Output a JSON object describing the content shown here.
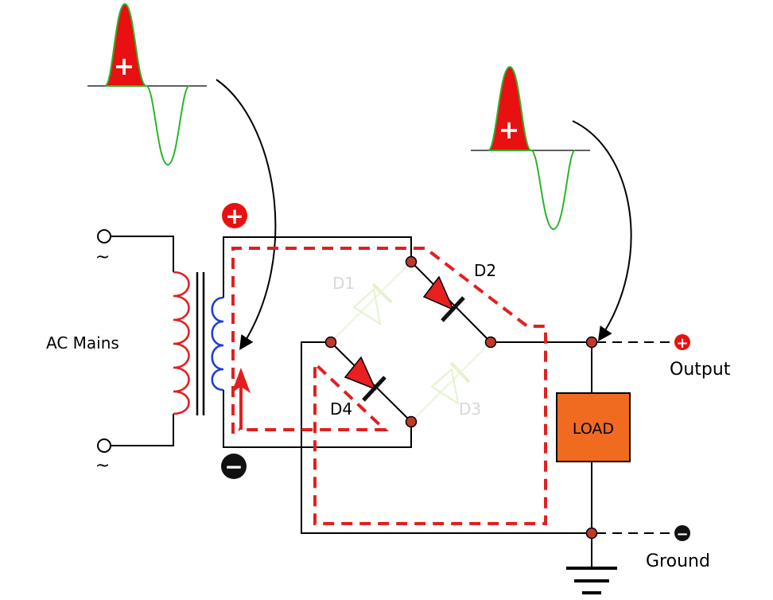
{
  "labels": {
    "ac_mains": "AC Mains",
    "d1": "D1",
    "d2": "D2",
    "d3": "D3",
    "d4": "D4",
    "load": "LOAD",
    "output": "Output",
    "ground": "Ground",
    "positive_symbol": "+",
    "negative_symbol": "−",
    "ac_symbol": "~"
  },
  "colors": {
    "wire": "#000000",
    "primary_coil": "#e02020",
    "secondary_coil": "#1f3fd0",
    "current_path": "#e02020",
    "diode_active": "#e82020",
    "diode_inactive": "#e8f5d8",
    "load_fill": "#f06a20",
    "wave_line": "#29b52a",
    "wave_fill": "#e81010",
    "terminal": "#c0392b",
    "ghost_label": "#d8d8d8"
  }
}
